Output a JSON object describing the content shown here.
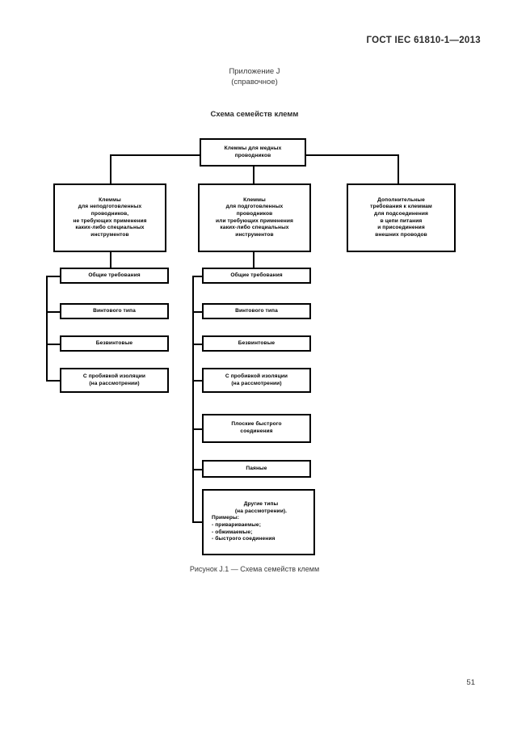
{
  "document": {
    "header": "ГОСТ IEC 61810-1—2013",
    "page_number": "51"
  },
  "annex": {
    "title": "Приложение J",
    "subtitle": "(справочное)",
    "heading": "Схема семейств клемм"
  },
  "caption": "Рисунок J.1 — Схема семейств клемм",
  "chart_data": {
    "type": "diagram",
    "title": "Схема семейств клемм",
    "root": {
      "id": "root",
      "label": "Клеммы для медных проводников"
    },
    "branches": [
      {
        "id": "branch-left",
        "label": "Клеммы для неподготовленных проводников, не требующих применения каких-либо специальных инструментов",
        "label_lines": [
          "Клеммы",
          "для неподготовленных",
          "проводников,",
          "не требующих применения",
          "каких-либо специальных",
          "инструментов"
        ],
        "children": [
          {
            "id": "l-1",
            "label": "Общие требования",
            "label_lines": [
              "Общие требования"
            ]
          },
          {
            "id": "l-2",
            "label": "Винтового типа",
            "label_lines": [
              "Винтового типа"
            ]
          },
          {
            "id": "l-3",
            "label": "Безвинтовые",
            "label_lines": [
              "Безвинтовые"
            ]
          },
          {
            "id": "l-4",
            "label": "С пробивкой изоляции (на рассмотрении)",
            "label_lines": [
              "С пробивкой изоляции",
              "(на рассмотрении)"
            ]
          }
        ]
      },
      {
        "id": "branch-middle",
        "label": "Клеммы для подготовленных проводников или требующих применения каких-либо специальных инструментов",
        "label_lines": [
          "Клеммы",
          "для подготовленных",
          "проводников",
          "или требующих применения",
          "каких-либо специальных",
          "инструментов"
        ],
        "children": [
          {
            "id": "m-1",
            "label": "Общие требования",
            "label_lines": [
              "Общие требования"
            ]
          },
          {
            "id": "m-2",
            "label": "Винтового типа",
            "label_lines": [
              "Винтового типа"
            ]
          },
          {
            "id": "m-3",
            "label": "Безвинтовые",
            "label_lines": [
              "Безвинтовые"
            ]
          },
          {
            "id": "m-4",
            "label": "С пробивкой изоляции (на рассмотрении)",
            "label_lines": [
              "С пробивкой изоляции",
              "(на рассмотрении)"
            ]
          },
          {
            "id": "m-5",
            "label": "Плоские быстрого соединения",
            "label_lines": [
              "Плоские быстрого",
              "соединения"
            ]
          },
          {
            "id": "m-6",
            "label": "Паяные",
            "label_lines": [
              "Паяные"
            ]
          },
          {
            "id": "m-7",
            "label": "Другие типы (на рассмотрении). Примеры: - привариваемые; - обжимаемые; - быстрого соединения",
            "label_lines": [
              "Другие типы",
              "(на рассмотрении).",
              "Примеры:",
              "- привариваемые;",
              "- обжимаемые;",
              "- быстрого соединения"
            ]
          }
        ]
      },
      {
        "id": "branch-right",
        "label": "Дополнительные требования к клеммам для подсоединения в цепи питания и присоединения внешних проводов",
        "label_lines": [
          "Дополнительные",
          "требования к клеммам",
          "для подсоединения",
          "в цепи питания",
          "и присоединения",
          "внешних проводов"
        ],
        "children": []
      }
    ]
  }
}
